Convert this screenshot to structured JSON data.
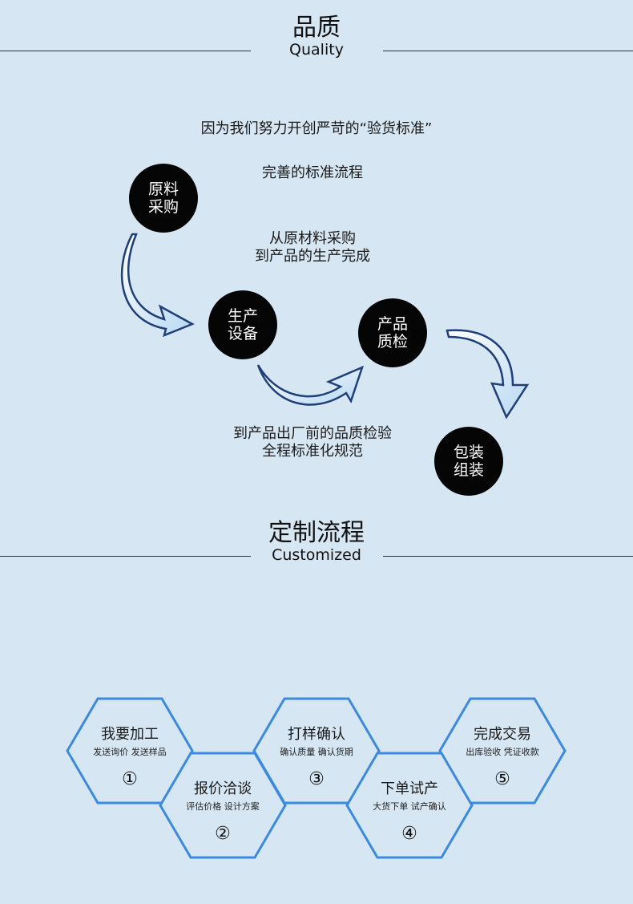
{
  "quality": {
    "title_cn": "品质",
    "title_en": "Quality",
    "intro": "因为我们努力开创严苛的“验货标准”",
    "sub": "完善的标准流程",
    "desc1_line1": "从原材料采购",
    "desc1_line2": "到产品的生产完成",
    "desc2_line1": "到产品出厂前的品质检验",
    "desc2_line2": "全程标准化规范",
    "steps": [
      {
        "line1": "原料",
        "line2": "采购"
      },
      {
        "line1": "生产",
        "line2": "设备"
      },
      {
        "line1": "产品",
        "line2": "质检"
      },
      {
        "line1": "包装",
        "line2": "组装"
      }
    ]
  },
  "custom": {
    "title_cn": "定制流程",
    "title_en": "Customized",
    "hexes": [
      {
        "title": "我要加工",
        "sub": "发送询价 发送样品",
        "num": "①"
      },
      {
        "title": "报价洽谈",
        "sub": "评估价格 设计方案",
        "num": "②"
      },
      {
        "title": "打样确认",
        "sub": "确认质量 确认货期",
        "num": "③"
      },
      {
        "title": "下单试产",
        "sub": "大货下单 试产确认",
        "num": "④"
      },
      {
        "title": "完成交易",
        "sub": "出库验收 凭证收款",
        "num": "⑤"
      }
    ]
  },
  "colors": {
    "background": "#d6e6f3",
    "hex_border": "#3c8ae0",
    "circle": "#050505",
    "arrow": "#cfe6f8"
  }
}
